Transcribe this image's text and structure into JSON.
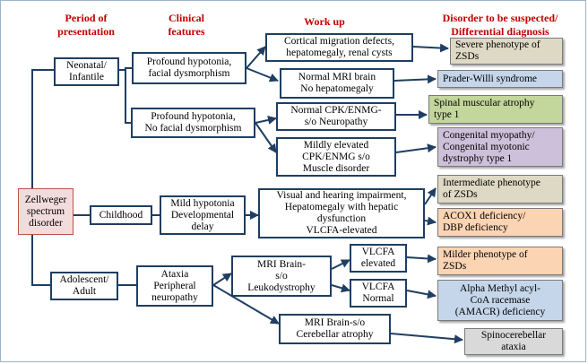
{
  "headers": {
    "period": "Period of\npresentation",
    "clinical": "Clinical\nfeatures",
    "workup": "Work up",
    "disorder": "Disorder to be suspected/\nDifferential diagnosis"
  },
  "root": "Zellweger\nspectrum\ndisorder",
  "periods": {
    "neonatal": "Neonatal/\nInfantile",
    "childhood": "Childhood",
    "adolescent": "Adolescent/\nAdult"
  },
  "clinical": {
    "hypo_facial": "Profound hypotonia,\nfacial dysmorphism",
    "hypo_nofacial": "Profound hypotonia,\nNo facial dysmorphism",
    "mild_hypo": "Mild hypotonia\nDevelopmental\ndelay",
    "ataxia": "Ataxia\nPeripheral\nneuropathy"
  },
  "workup": {
    "cortical": "Cortical migration defects,\nhepatomegaly, renal cysts",
    "normal_mri": "Normal MRI brain\nNo hepatomegaly",
    "normal_cpk": "Normal CPK/ENMG-\ns/o Neuropathy",
    "mild_cpk": "Mildly elevated\nCPK/ENMG s/o\nMuscle disorder",
    "visual": "Visual and hearing impairment,\nHepatomegaly with hepatic\ndysfunction\nVLCFA-elevated",
    "mri_leuko": "MRI Brain-\ns/o\nLeukodystrophy",
    "vlcfa_elev": "VLCFA\nelevated",
    "vlcfa_norm": "VLCFA\nNormal",
    "mri_cereb": "MRI Brain-s/o\nCerebellar atrophy"
  },
  "diagnoses": {
    "severe": "Severe phenotype of\nZSDs",
    "prader": "Prader-Willi syndrome",
    "sma": "Spinal muscular atrophy\ntype 1",
    "myopathy": "Congenital myopathy/\nCongenital myotonic\ndystrophy type 1",
    "intermediate": "Intermediate phenotype\nof ZSDs",
    "acox": "ACOX1 deficiency/\nDBP deficiency",
    "milder": "Milder phenotype of\nZSDs",
    "amacr": "Alpha Methyl acyl-\nCoA  racemase\n(AMACR) deficiency",
    "spino": "Spinocerebellar\nataxia"
  },
  "colors": {
    "box_border": "#1f3e63",
    "header_text": "#c00000",
    "dx_tan": "#ddd9c4",
    "dx_blue": "#c5d6ea",
    "dx_green": "#c3d69b",
    "dx_purple": "#ccc0da",
    "dx_peach": "#fbd4b4",
    "dx_gray": "#d9d9d9",
    "root_fill": "#f2dcdb",
    "root_border": "#c0504d"
  }
}
